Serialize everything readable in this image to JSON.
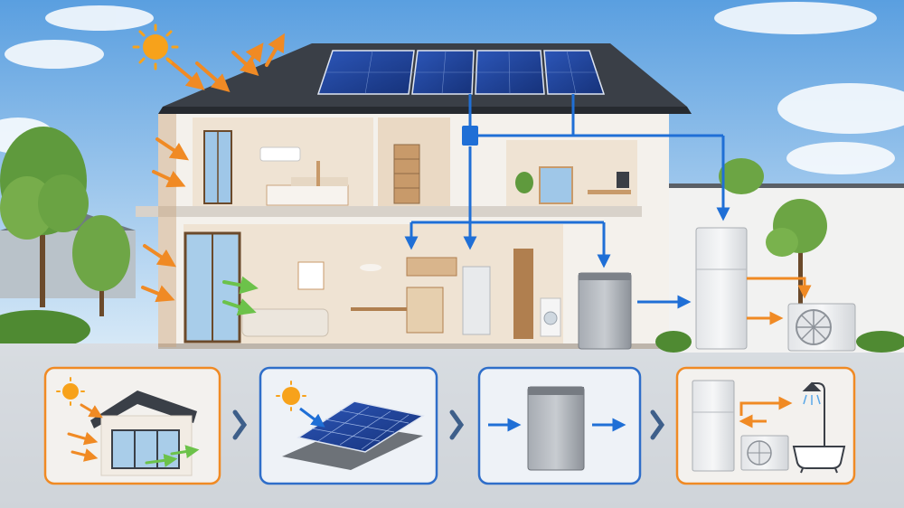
{
  "colors": {
    "sky_top": "#5a9fe0",
    "sky_bottom": "#dcecf8",
    "roof": "#3a3f47",
    "wall": "#f4f1ec",
    "interior": "#efe3d3",
    "wood": "#c89a6a",
    "energy_line": "#1f6fd6",
    "heat_arrow": "#f08a24",
    "air_arrow": "#6cc24a",
    "panel": "#1e3f8f",
    "battery": "#8f949c",
    "card_orange_border": "#f08a24",
    "card_blue_border": "#2f6ec9",
    "chevron": "#3e5f8a",
    "sun": "#f7a21b"
  },
  "scene": {
    "icons": [
      "sun-icon",
      "solar-panel-icon",
      "junction-box-icon",
      "battery-icon",
      "water-heater-icon",
      "heat-pump-icon",
      "shower-icon",
      "bathtub-icon"
    ]
  },
  "process_steps": [
    {
      "id": "passive-solar",
      "icon": "house-icon",
      "border": "orange"
    },
    {
      "id": "solar-panel",
      "icon": "solar-panel-icon",
      "border": "blue"
    },
    {
      "id": "battery-storage",
      "icon": "battery-icon",
      "border": "blue"
    },
    {
      "id": "heat-pump-hot-water",
      "icon": "heat-pump-icon",
      "border": "orange"
    }
  ]
}
